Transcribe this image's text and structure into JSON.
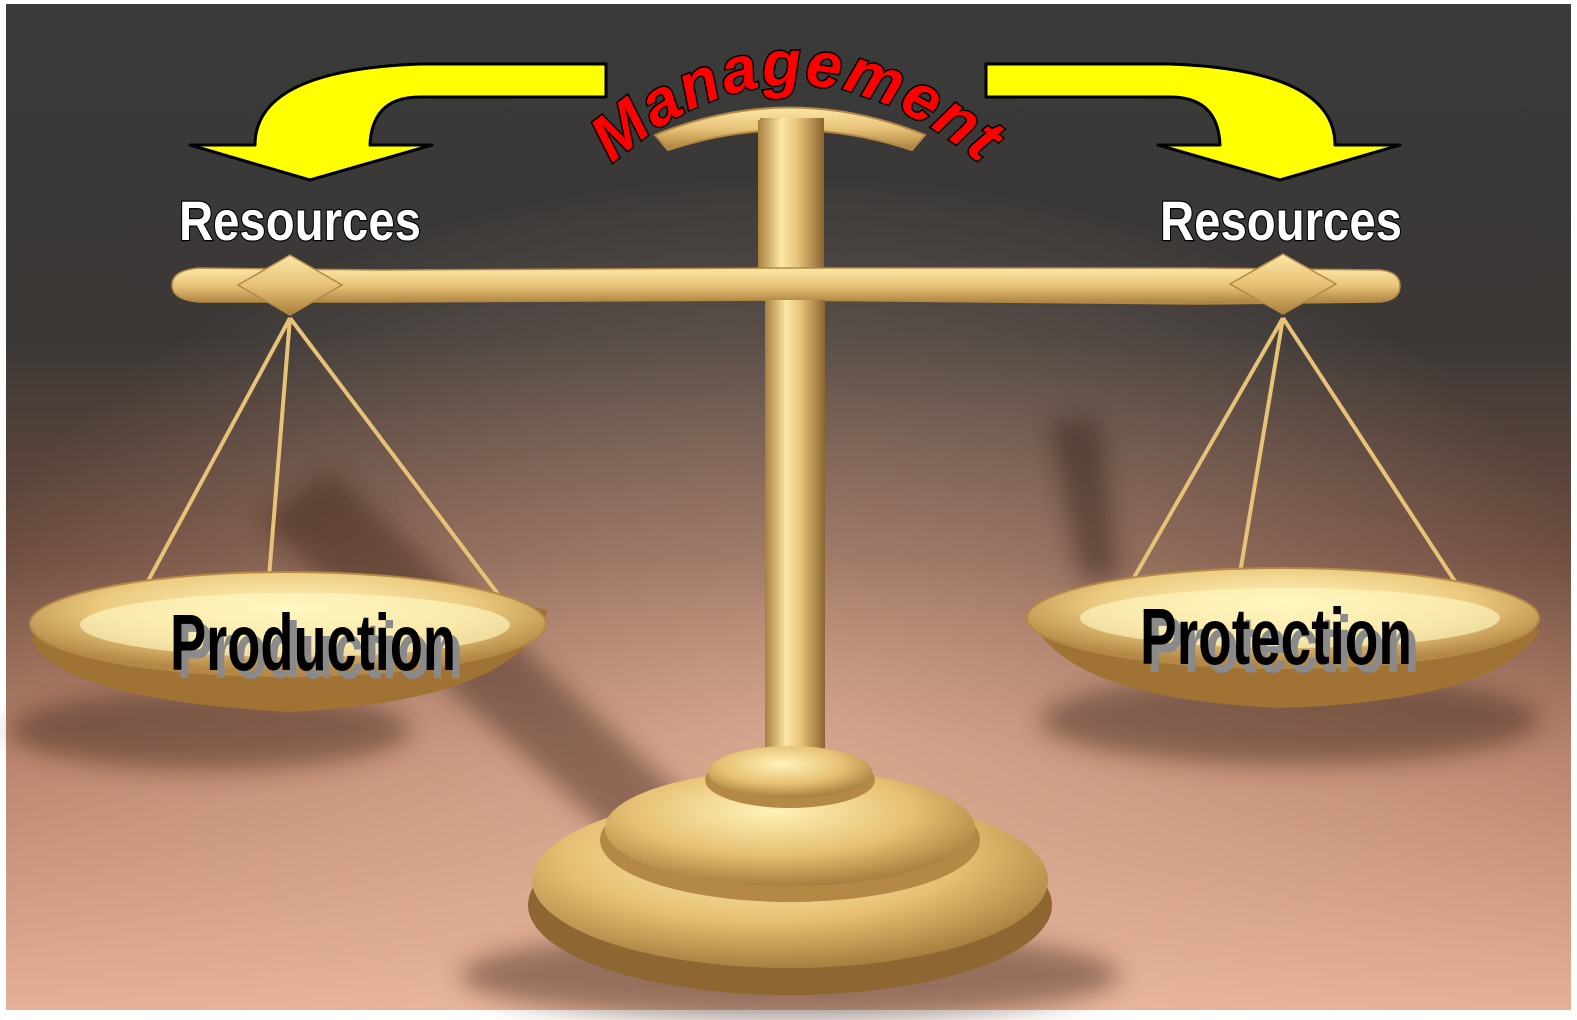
{
  "diagram": {
    "top_label": "Management",
    "left_arrow_label": "Resources",
    "right_arrow_label": "Resources",
    "left_pan_label": "Production",
    "right_pan_label": "Protection"
  },
  "colors": {
    "background_top": "#3a3a3a",
    "background_mid": "#6e4c3e",
    "background_bottom": "#e0ab92",
    "scale_gold": "#e8c277",
    "scale_gold_light": "#fbe7a6",
    "scale_gold_dark": "#a87f3c",
    "arrow_yellow": "#ffff00",
    "arrow_outline": "#000000",
    "management_red": "#ff0000",
    "resources_text": "#ffffff",
    "pan_text": "#000000"
  },
  "icons": [
    "balance-scale",
    "curved-arrow-left",
    "curved-arrow-right"
  ]
}
